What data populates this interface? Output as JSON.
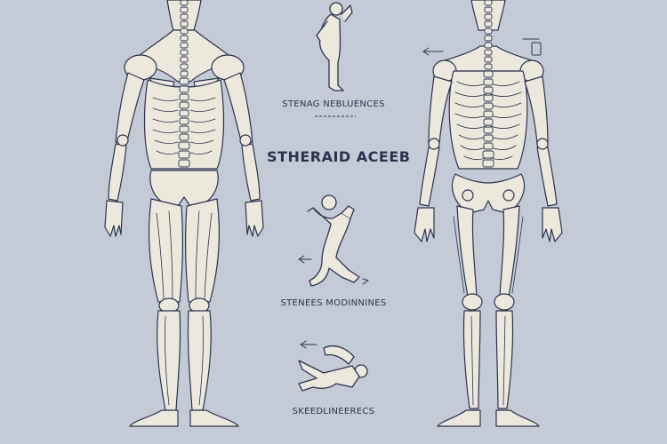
{
  "background_color": "#c5cbd6",
  "bone_fill_color": "#ece9dc",
  "line_color": "#2a3350",
  "labels": {
    "top": "STENAG NEBLUENCES",
    "title": "STHERAID ACEEB",
    "middle": "STENEES MODINNINES",
    "bottom": "SKEEDLINEERECS"
  },
  "figures": [
    {
      "view": "posterior",
      "icon": "back-anatomy-figure"
    },
    {
      "view": "anterior",
      "icon": "front-skeleton-figure"
    }
  ],
  "pose_icons": [
    "standing-stretch-icon",
    "kneeling-stretch-icon",
    "lying-stretch-icon"
  ]
}
